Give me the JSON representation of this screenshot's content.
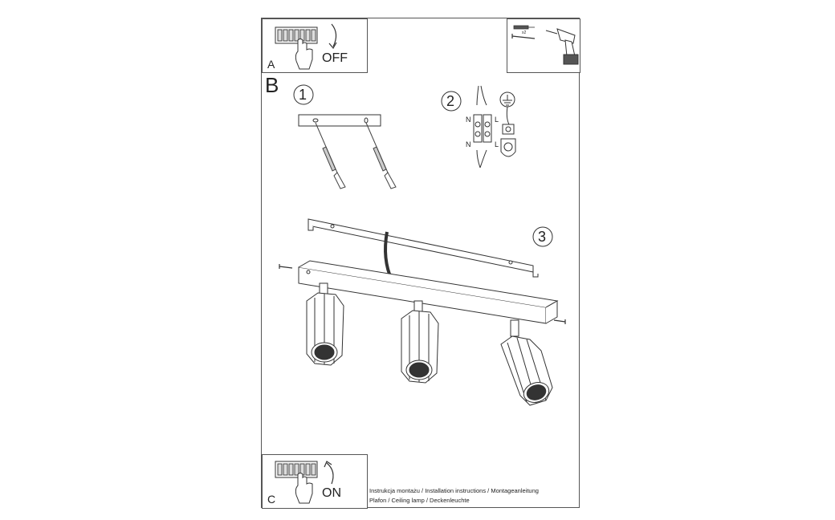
{
  "panels": {
    "a": {
      "letter": "A",
      "switch_text": "OFF"
    },
    "b": {
      "letter": "B"
    },
    "c": {
      "letter": "C",
      "switch_text": "ON"
    }
  },
  "steps": [
    {
      "number": "1"
    },
    {
      "number": "2",
      "wire_labels": [
        "N",
        "L",
        "N",
        "L"
      ]
    },
    {
      "number": "3"
    }
  ],
  "tool_panel": {
    "anchor_count_label": "x2"
  },
  "footer": {
    "line1": "Instrukcja montażu / Installation instructions / Montageanleitung",
    "line2": "Plafon / Ceiling lamp / Deckenleuchte"
  },
  "icons": [
    "circuit-breaker-icon",
    "hand-icon",
    "arrow-down-icon",
    "arrow-up-icon",
    "wall-plug-icon",
    "screw-icon",
    "drill-icon",
    "ground-symbol-icon",
    "terminal-block-icon"
  ]
}
